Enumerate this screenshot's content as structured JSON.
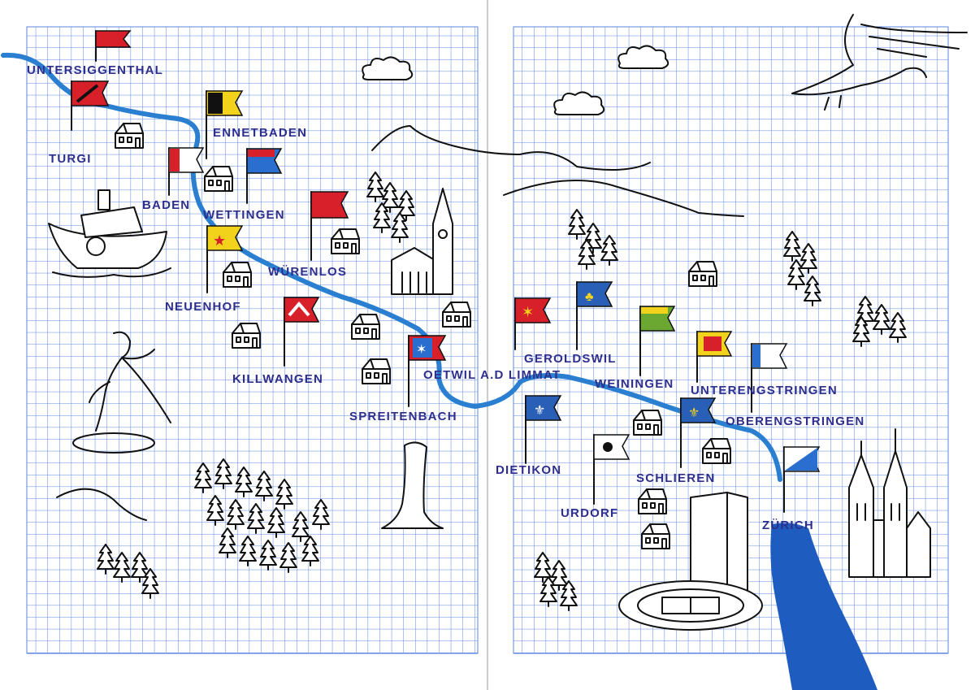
{
  "map": {
    "colors": {
      "grid": "#5b86e0",
      "river": "#2a7fd0",
      "lake": "#1f5cc0",
      "label": "#2e2e8c",
      "ink": "#111111"
    },
    "places": [
      {
        "name": "UNTERSIGGENTHAL"
      },
      {
        "name": "TURGI"
      },
      {
        "name": "ENNETBADEN"
      },
      {
        "name": "BADEN"
      },
      {
        "name": "WETTINGEN"
      },
      {
        "name": "WÜRENLOS"
      },
      {
        "name": "NEUENHOF"
      },
      {
        "name": "KILLWANGEN"
      },
      {
        "name": "SPREITENBACH"
      },
      {
        "name": "OETWIL A.D LIMMAT"
      },
      {
        "name": "GEROLDSWIL"
      },
      {
        "name": "WEININGEN"
      },
      {
        "name": "UNTERENGSTRINGEN"
      },
      {
        "name": "OBERENGSTRINGEN"
      },
      {
        "name": "DIETIKON"
      },
      {
        "name": "URDORF"
      },
      {
        "name": "SCHLIEREN"
      },
      {
        "name": "ZÜRICH"
      }
    ]
  }
}
